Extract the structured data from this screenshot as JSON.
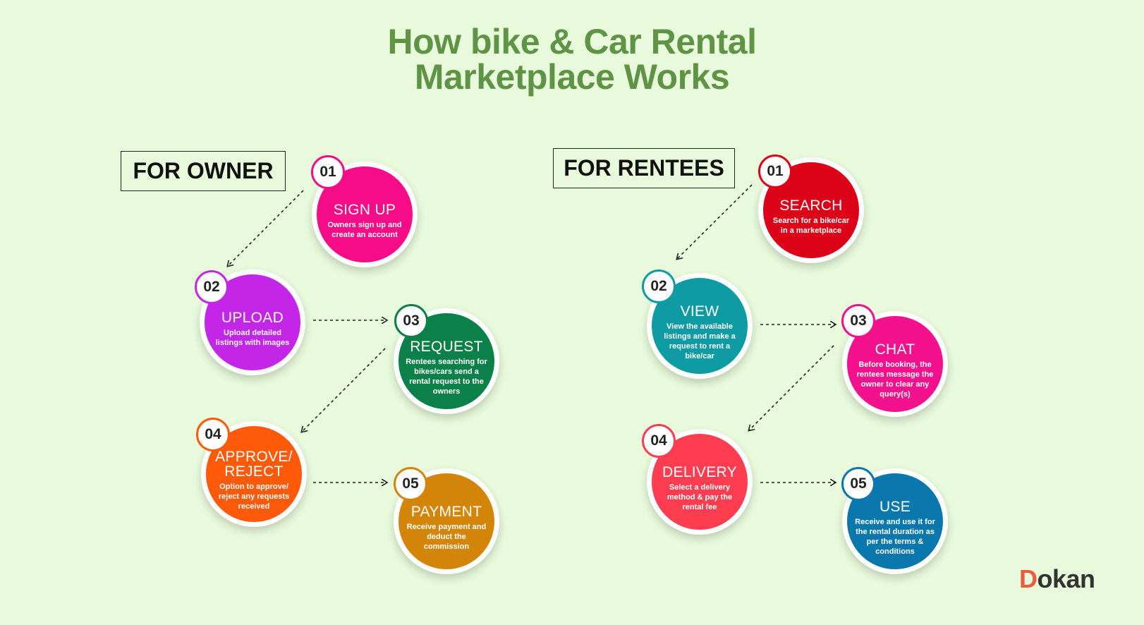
{
  "title": {
    "line1": "How bike & Car Rental",
    "line2": "Marketplace Works"
  },
  "owner": {
    "label": "FOR OWNER",
    "steps": [
      {
        "number": "01",
        "heading": "SIGN UP",
        "desc": "Owners sign up and create an account",
        "color": "#f50c86"
      },
      {
        "number": "02",
        "heading": "UPLOAD",
        "desc": "Upload detailed listings with images",
        "color": "#c326e6"
      },
      {
        "number": "03",
        "heading": "REQUEST",
        "desc": "Rentees searching for bikes/cars send a rental request to the owners",
        "color": "#0b8048"
      },
      {
        "number": "04",
        "heading": "APPROVE/\nREJECT",
        "desc": "Option to approve/ reject any requests received",
        "color": "#ff5a0a"
      },
      {
        "number": "05",
        "heading": "PAYMENT",
        "desc": "Receive payment and deduct the commission",
        "color": "#d3850a"
      }
    ]
  },
  "rentees": {
    "label": "FOR RENTEES",
    "steps": [
      {
        "number": "01",
        "heading": "SEARCH",
        "desc": "Search for a bike/car in a marketplace",
        "color": "#dc0319"
      },
      {
        "number": "02",
        "heading": "VIEW",
        "desc": "View the available listings and make a request to rent a bike/car",
        "color": "#0f9ba3"
      },
      {
        "number": "03",
        "heading": "CHAT",
        "desc": "Before booking, the rentees message the owner to clear any query(s)",
        "color": "#f3118d"
      },
      {
        "number": "04",
        "heading": "DELIVERY",
        "desc": "Select a delivery method & pay the rental fee",
        "color": "#ff3d50"
      },
      {
        "number": "05",
        "heading": "USE",
        "desc": "Receive and use it for the rental duration as per the terms & conditions",
        "color": "#0a78ac"
      }
    ]
  },
  "logo": {
    "first": "D",
    "rest": "okan",
    "color": "#f05a3c"
  }
}
